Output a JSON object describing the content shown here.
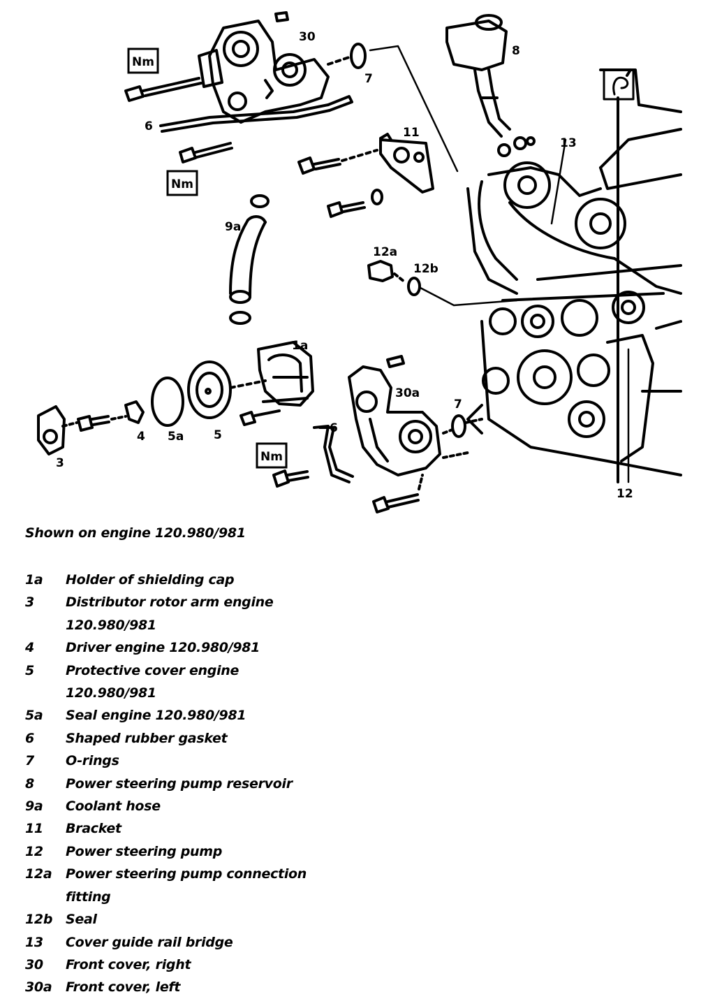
{
  "diagram": {
    "callouts": {
      "c30": "30",
      "c7_top": "7",
      "c8": "8",
      "c6_top": "6",
      "c11": "11",
      "c13": "13",
      "c9a": "9a",
      "c12a": "12a",
      "c12b": "12b",
      "c1a": "1a",
      "c3": "3",
      "c4": "4",
      "c5a": "5a",
      "c5": "5",
      "c6_bottom": "6",
      "c30a": "30a",
      "c7_bottom": "7",
      "c12": "12"
    },
    "torque_labels": [
      "Nm",
      "Nm",
      "Nm"
    ]
  },
  "caption": "Shown on engine 120.980/981",
  "legend": [
    {
      "num": "1a",
      "desc": "Holder of shielding cap"
    },
    {
      "num": "3",
      "desc": "Distributor rotor arm engine 120.980/981"
    },
    {
      "num": "4",
      "desc": "Driver engine 120.980/981"
    },
    {
      "num": "5",
      "desc": "Protective cover engine 120.980/981"
    },
    {
      "num": "5a",
      "desc": "Seal engine 120.980/981"
    },
    {
      "num": "6",
      "desc": "Shaped rubber gasket"
    },
    {
      "num": "7",
      "desc": "O-rings"
    },
    {
      "num": "8",
      "desc": "Power steering pump reservoir"
    },
    {
      "num": "9a",
      "desc": "Coolant hose"
    },
    {
      "num": "11",
      "desc": "Bracket"
    },
    {
      "num": "12",
      "desc": "Power steering pump"
    },
    {
      "num": "12a",
      "desc": "Power steering pump connection fitting"
    },
    {
      "num": "12b",
      "desc": "Seal"
    },
    {
      "num": "13",
      "desc": "Cover guide rail bridge"
    },
    {
      "num": "30",
      "desc": "Front cover, right"
    },
    {
      "num": "30a",
      "desc": "Front cover, left"
    }
  ]
}
